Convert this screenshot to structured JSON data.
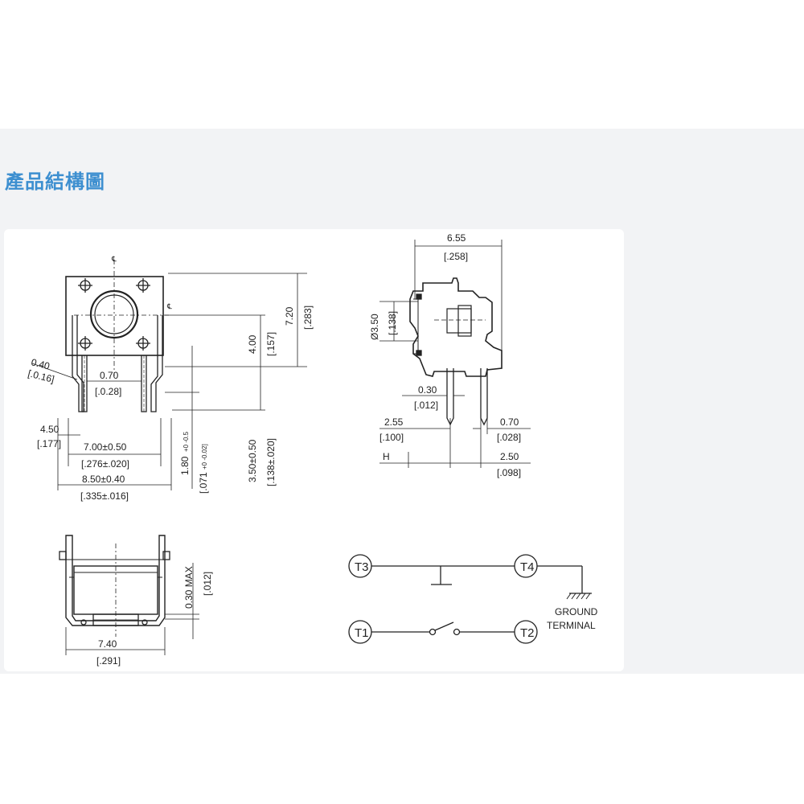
{
  "page": {
    "title": "產品結構圖"
  },
  "top_view": {
    "dim_pin_width": {
      "mm": "0.40",
      "inch": "[.0.16]"
    },
    "dim_pin_gap": {
      "mm": "0.70",
      "inch": "[.0.28]"
    },
    "dim_lead_offset": {
      "mm": "4.50",
      "inch": "[.177]"
    },
    "dim_pitch": {
      "mm": "7.00±0.50",
      "inch": "[.276±.020]"
    },
    "dim_overall": {
      "mm": "8.50±0.40",
      "inch": "[.335±.016]"
    },
    "dim_total_height": {
      "mm": "7.20",
      "inch": "[.283]"
    },
    "dim_center_height": {
      "mm": "4.00",
      "inch": "[.157]"
    },
    "dim_lead_length": {
      "mm": "3.50±0.50",
      "inch": "[.138±.020]"
    },
    "dim_bend": {
      "mm": "1.80",
      "tol": "+0 -0.5",
      "inch": "[.071",
      "inch_tol": "+0 -0.02]"
    }
  },
  "side_view": {
    "dim_depth": {
      "mm": "6.55",
      "inch": "[.258]"
    },
    "dim_diameter": {
      "mm": "Ø3.50",
      "inch": "[.138]"
    },
    "dim_thickness": {
      "mm": "0.30",
      "inch": "[.012]"
    },
    "dim_pin_pitch": {
      "mm": "2.55",
      "inch": "[.100]"
    },
    "dim_pin_width": {
      "mm": "0.70",
      "inch": "[.028]"
    },
    "dim_pin_spacing": {
      "mm": "2.50",
      "inch": "[.098]"
    },
    "label_h": "H"
  },
  "front_view": {
    "dim_width": {
      "mm": "7.40",
      "inch": "[.291]"
    },
    "dim_max": {
      "mm": "0.30 MAX",
      "inch": "[.012]"
    }
  },
  "circuit": {
    "terminals": [
      "T3",
      "T4",
      "T1",
      "T2"
    ],
    "ground_label_1": "GROUND",
    "ground_label_2": "TERMINAL"
  }
}
